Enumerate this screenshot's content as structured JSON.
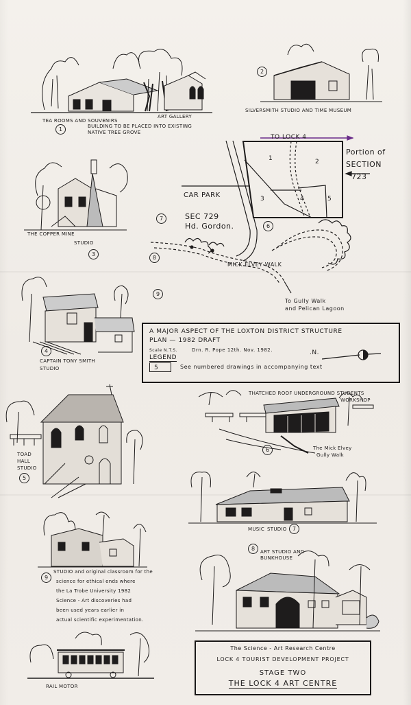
{
  "captions": {
    "c1a": "TEA ROOMS AND SOUVENIRS",
    "c1b": "ART GALLERY",
    "c1c": "BUILDING TO BE PLACED INTO EXISTING",
    "c1d": "NATIVE TREE GROVE",
    "c2": "SILVERSMITH STUDIO AND TIME MUSEUM",
    "c3a": "THE COPPER MINE",
    "c3b": "STUDIO",
    "c4a": "CAPTAIN TONY SMITH",
    "c4b": "STUDIO",
    "c5a": "TOAD",
    "c5b": "HALL",
    "c5c": "STUDIO",
    "c6a": "THATCHED ROOF UNDERGROUND STUDENTS",
    "c6b": "WORKSHOP",
    "c6c": "The Mick Elvey",
    "c6d": "Gully Walk",
    "c7a": "MUSIC",
    "c7b": "STUDIO",
    "c8a": "ART STUDIO AND",
    "c8b": "BUNKHOUSE",
    "c9": [
      "STUDIO and original classroom for the",
      "science for ethical ends where",
      "the La Trobe University 1982",
      "Science - Art discoveries had",
      "been used years earlier in",
      "actual scientific experimentation."
    ],
    "rail": "RAIL MOTOR"
  },
  "numbers": [
    "1",
    "2",
    "3",
    "4",
    "5",
    "6",
    "7",
    "8",
    "9"
  ],
  "map": {
    "to_lock": "TO LOCK 4",
    "portion": [
      "Portion of",
      "SECTION",
      "723"
    ],
    "plots": [
      "1",
      "2",
      "3",
      "4",
      "5"
    ],
    "car_park": "CAR PARK",
    "sec": "SEC 729",
    "hd": "Hd. Gordon.",
    "mick": "MICK ELVEY WALK",
    "gully": [
      "To Gully Walk",
      "and  Pelican Lagoon"
    ],
    "circles": [
      "7",
      "6",
      "8",
      "9"
    ]
  },
  "legend": {
    "title": [
      "A  MAJOR  ASPECT  OF  THE  LOXTON  DISTRICT  STRUCTURE",
      "PLAN  —  1982  DRAFT"
    ],
    "scale": "Scale  N.T.S.",
    "drn": "Drn.  R. Pope  12th.  Nov. 1982.",
    "legend_label": "LEGEND",
    "sample_number": "5",
    "sample_text": "See  numbered drawings  in  accompanying  text",
    "north": ".N."
  },
  "titlebox": {
    "line1": "The  Science  -  Art  Research  Centre",
    "line2": "LOCK  4  TOURIST  DEVELOPMENT  PROJECT",
    "line3": "STAGE   TWO",
    "line4": "THE  LOCK  4  ART  CENTRE"
  },
  "colors": {
    "ink": "#1e1c1c",
    "paper": "#f2eee9",
    "arrow": "#6a2c8a"
  }
}
